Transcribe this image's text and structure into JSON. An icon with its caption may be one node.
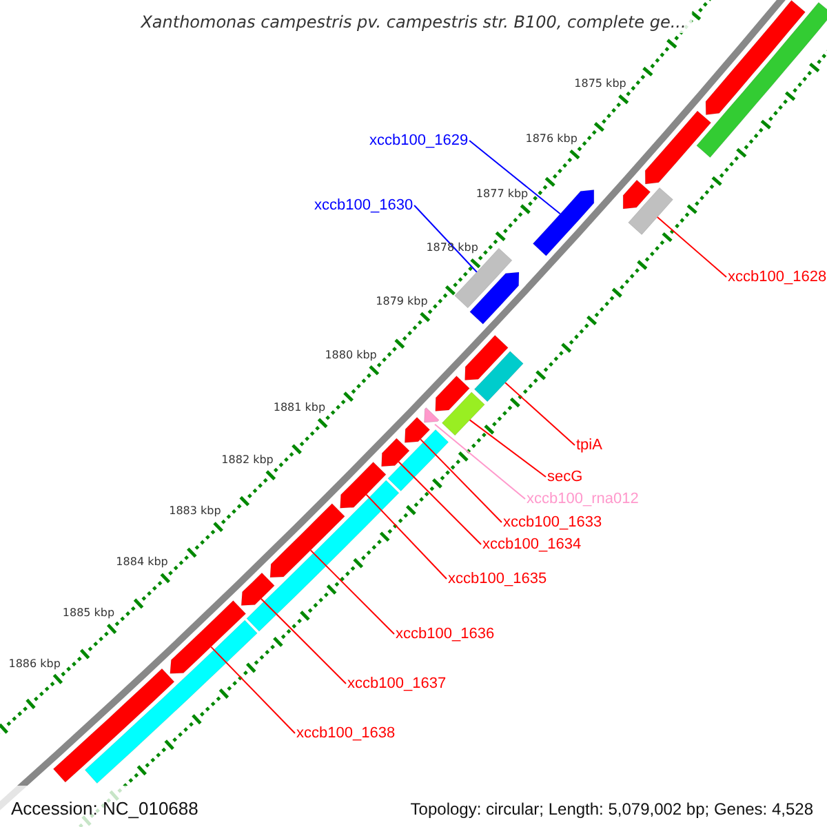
{
  "diagram": {
    "title": "Xanthomonas campestris pv. campestris str. B100, complete ge...",
    "nodes": [
      {
        "text": [
          "xccb100_1629"
        ]
      },
      {
        "text": [
          "xccb100_1630"
        ]
      },
      {
        "text": [
          "xccb100_1628"
        ]
      },
      {
        "text": [
          "tpiA"
        ]
      },
      {
        "text": [
          "secG"
        ]
      },
      {
        "text": [
          "xccb100_rna012"
        ]
      },
      {
        "text": [
          "xccb100_1633"
        ]
      },
      {
        "text": [
          "xccb100_1634"
        ]
      },
      {
        "text": [
          "xccb100_1635"
        ]
      },
      {
        "text": [
          "xccb100_1636"
        ]
      },
      {
        "text": [
          "xccb100_1637"
        ]
      },
      {
        "text": [
          "xccb100_1638"
        ]
      },
      {
        "text": [],
        "shape": "bar"
      },
      {
        "text": [],
        "shape": "bar"
      },
      {
        "text": [],
        "shape": "bar"
      },
      {
        "text": [],
        "shape": "bar"
      },
      {
        "text": [],
        "shape": "bar"
      },
      {
        "text": [],
        "shape": "bar"
      },
      {
        "text": [],
        "shape": "bar"
      },
      {
        "text": [],
        "shape": "bar"
      },
      {
        "text": [],
        "shape": "bar"
      },
      {
        "text": [],
        "shape": "bar"
      },
      {
        "text": [],
        "shape": "bar"
      },
      {
        "text": [],
        "shape": "bar"
      },
      {
        "text": [],
        "shape": "bar"
      },
      {
        "text": [],
        "shape": "bar"
      },
      {
        "text": [],
        "shape": "bar"
      },
      {
        "text": [],
        "shape": "bar"
      },
      {
        "text": [],
        "shape": "bar"
      },
      {
        "text": [],
        "shape": "bar"
      },
      {
        "text": [],
        "shape": "bar"
      },
      {
        "text": [],
        "shape": "bar"
      },
      {
        "text": [],
        "shape": "bar"
      },
      {
        "text": [],
        "shape": "bar"
      },
      {
        "text": [],
        "shape": "bar"
      }
    ],
    "edges": [
      {
        "from": 0,
        "to": 12,
        "arrow": "none",
        "color": "#0000ff"
      },
      {
        "from": 1,
        "to": 13,
        "arrow": "none",
        "color": "#0000ff"
      },
      {
        "from": 2,
        "to": 14,
        "arrow": "none"
      },
      {
        "from": 3,
        "to": 15,
        "arrow": "none"
      },
      {
        "from": 4,
        "to": 16,
        "arrow": "none"
      },
      {
        "from": 5,
        "to": 17,
        "arrow": "none",
        "color": "#ff99cc"
      },
      {
        "from": 6,
        "to": 18,
        "arrow": "none"
      },
      {
        "from": 7,
        "to": 19,
        "arrow": "none"
      },
      {
        "from": 8,
        "to": 20,
        "arrow": "none"
      },
      {
        "from": 9,
        "to": 21,
        "arrow": "none"
      },
      {
        "from": 10,
        "to": 22,
        "arrow": "none"
      },
      {
        "from": 11,
        "to": 23,
        "arrow": "none"
      }
    ],
    "labels": [
      "1875 kbp",
      "1876 kbp",
      "1877 kbp",
      "1878 kbp",
      "1879 kbp",
      "1880 kbp",
      "1881 kbp",
      "1882 kbp",
      "1883 kbp",
      "1884 kbp",
      "1885 kbp",
      "1886 kbp",
      "Accession: NC_010688",
      "Topology: circular; Length: 5,079,002 bp; Genes: 4,528"
    ]
  }
}
